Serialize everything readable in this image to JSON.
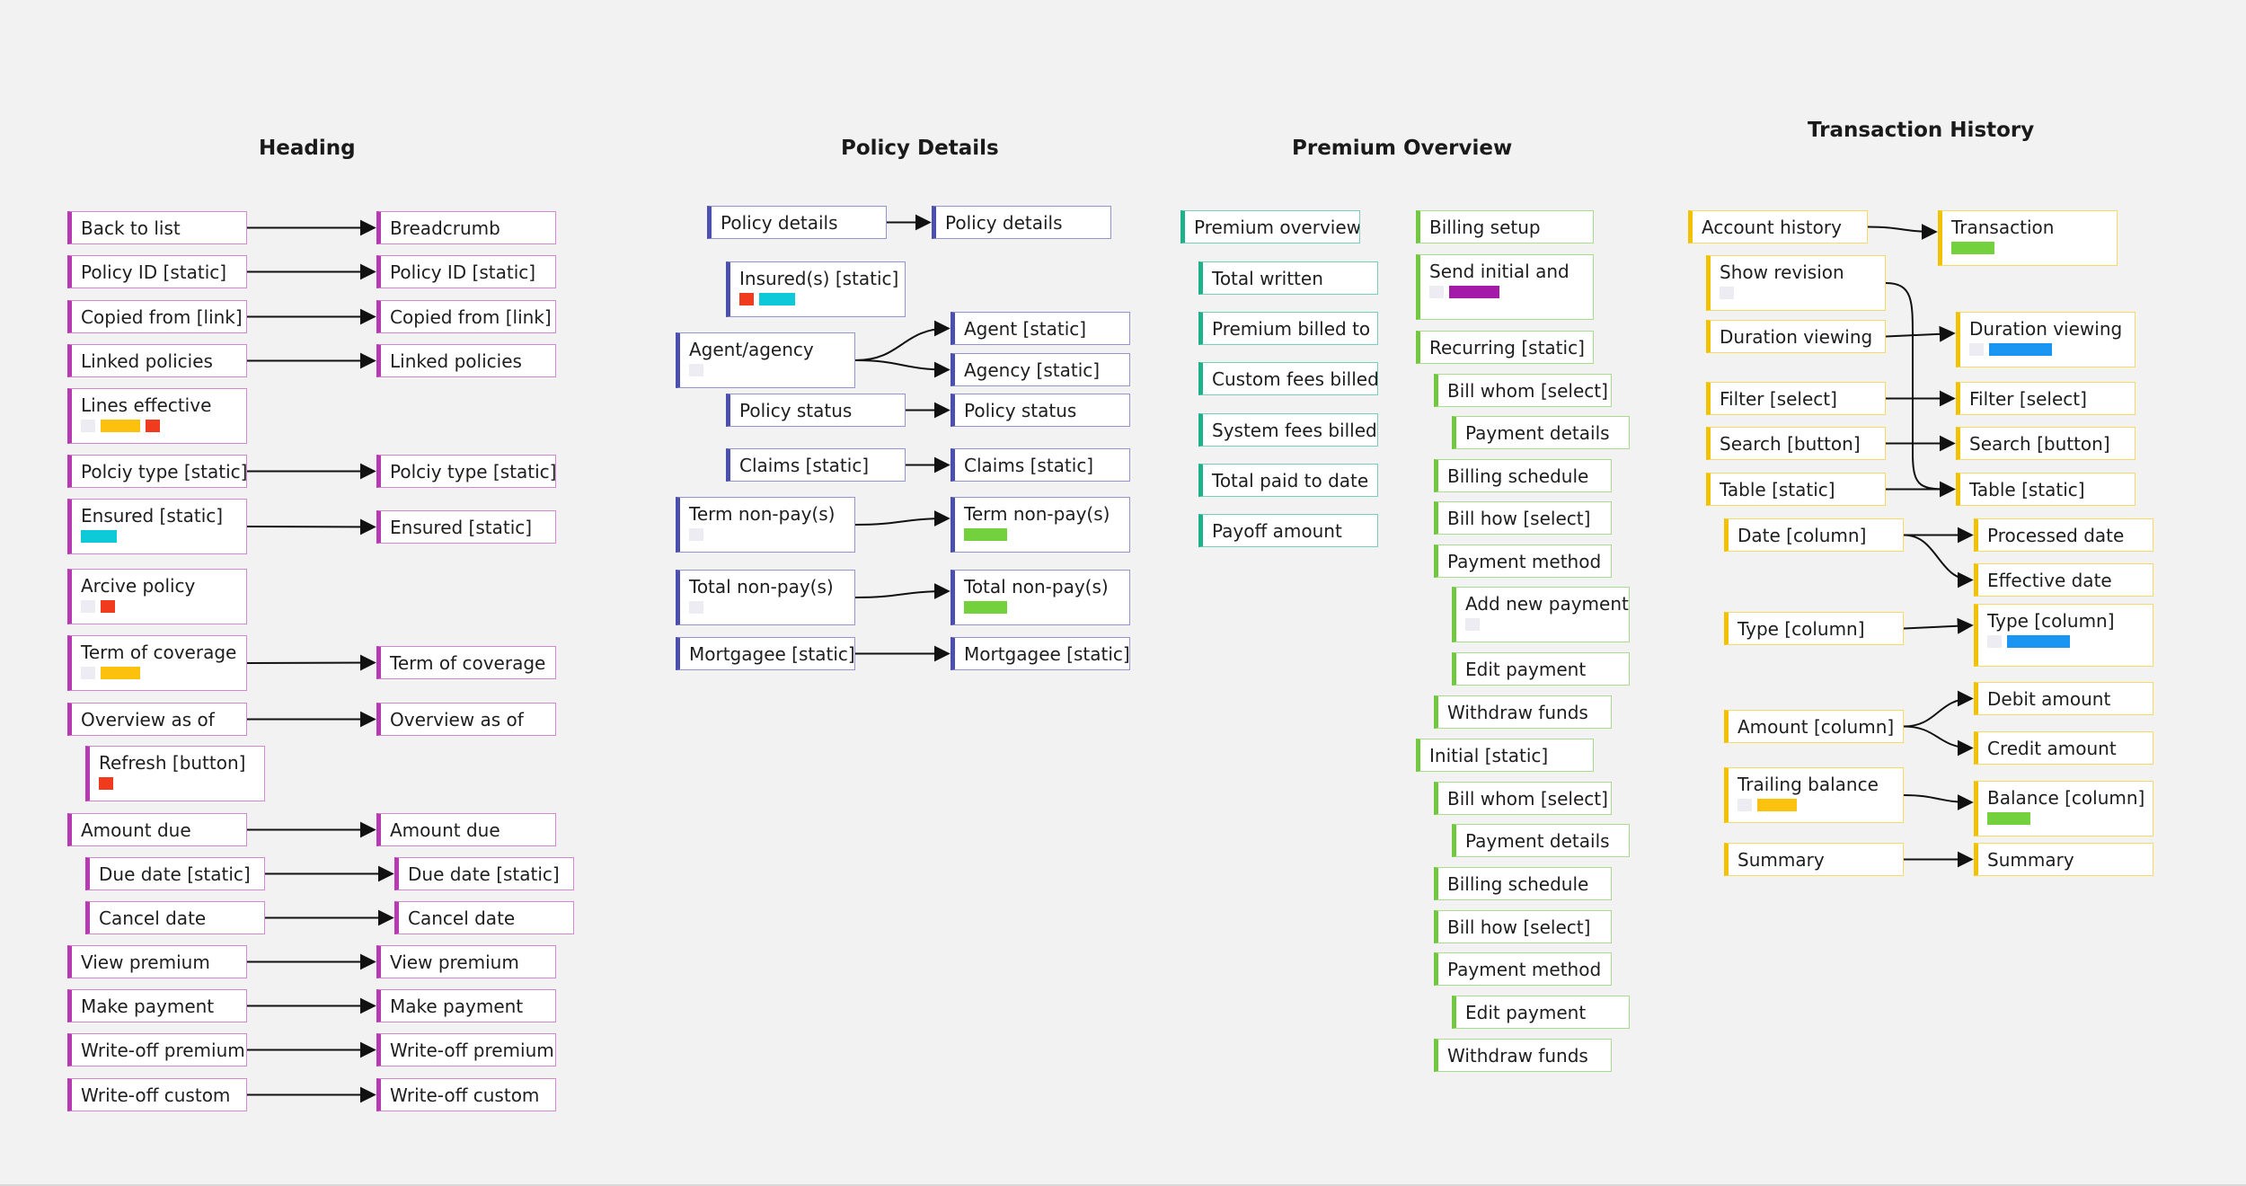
{
  "colors": {
    "heading": "#b83ab3",
    "policy": "#4a4fb0",
    "premium": "#1fb08c",
    "premium_sub": "#71c83f",
    "history": "#f2c200",
    "red": "#f03b1e",
    "yellow": "#fbc10d",
    "cyan": "#0ec9d8",
    "green": "#73d13d",
    "purple": "#a31aa8",
    "blue": "#1a96f2",
    "blank": "#ececf2"
  },
  "sections": [
    {
      "id": "heading",
      "title": "Heading"
    },
    {
      "id": "policy",
      "title": "Policy Details"
    },
    {
      "id": "premium",
      "title": "Premium Overview"
    },
    {
      "id": "history",
      "title": "Transaction History"
    }
  ],
  "nodes": [
    {
      "id": "h1",
      "label": "Back to list",
      "group": "heading"
    },
    {
      "id": "h1r",
      "label": "Breadcrumb",
      "group": "heading"
    },
    {
      "id": "h2",
      "label": "Policy ID [static]",
      "group": "heading"
    },
    {
      "id": "h2r",
      "label": "Policy ID [static]",
      "group": "heading"
    },
    {
      "id": "h3",
      "label": "Copied from [link]",
      "group": "heading"
    },
    {
      "id": "h3r",
      "label": "Copied from [link]",
      "group": "heading"
    },
    {
      "id": "h4",
      "label": "Linked policies",
      "group": "heading"
    },
    {
      "id": "h4r",
      "label": "Linked policies",
      "group": "heading"
    },
    {
      "id": "h5",
      "label": "Lines effective",
      "group": "heading",
      "swatches": [
        "blank",
        "yellow",
        "red"
      ]
    },
    {
      "id": "h6",
      "label": "Polciy type [static]",
      "group": "heading"
    },
    {
      "id": "h6r",
      "label": "Polciy type [static]",
      "group": "heading"
    },
    {
      "id": "h7",
      "label": "Ensured [static]",
      "group": "heading",
      "swatches": [
        "cyan"
      ]
    },
    {
      "id": "h7r",
      "label": "Ensured [static]",
      "group": "heading"
    },
    {
      "id": "h8",
      "label": "Arcive policy",
      "group": "heading",
      "swatches": [
        "blank",
        "red"
      ]
    },
    {
      "id": "h9",
      "label": "Term of coverage",
      "group": "heading",
      "swatches": [
        "blank",
        "yellow"
      ]
    },
    {
      "id": "h9r",
      "label": "Term of coverage",
      "group": "heading"
    },
    {
      "id": "h10",
      "label": "Overview as of",
      "group": "heading"
    },
    {
      "id": "h10r",
      "label": "Overview as of",
      "group": "heading"
    },
    {
      "id": "h11",
      "label": "Refresh [button]",
      "group": "heading",
      "swatches": [
        "red"
      ]
    },
    {
      "id": "h12",
      "label": "Amount due",
      "group": "heading"
    },
    {
      "id": "h12r",
      "label": "Amount due",
      "group": "heading"
    },
    {
      "id": "h13",
      "label": "Due date [static]",
      "group": "heading"
    },
    {
      "id": "h13r",
      "label": "Due date [static]",
      "group": "heading"
    },
    {
      "id": "h14",
      "label": "Cancel date",
      "group": "heading"
    },
    {
      "id": "h14r",
      "label": "Cancel date",
      "group": "heading"
    },
    {
      "id": "h15",
      "label": "View premium",
      "group": "heading"
    },
    {
      "id": "h15r",
      "label": "View premium",
      "group": "heading"
    },
    {
      "id": "h16",
      "label": "Make payment",
      "group": "heading"
    },
    {
      "id": "h16r",
      "label": "Make payment",
      "group": "heading"
    },
    {
      "id": "h17",
      "label": "Write-off premium",
      "group": "heading"
    },
    {
      "id": "h17r",
      "label": "Write-off premium",
      "group": "heading"
    },
    {
      "id": "h18",
      "label": "Write-off custom",
      "group": "heading"
    },
    {
      "id": "h18r",
      "label": "Write-off custom",
      "group": "heading"
    },
    {
      "id": "p1",
      "label": "Policy details",
      "group": "policy"
    },
    {
      "id": "p1r",
      "label": "Policy details",
      "group": "policy"
    },
    {
      "id": "p2",
      "label": "Insured(s) [static]",
      "group": "policy",
      "swatches": [
        "red",
        "cyan"
      ]
    },
    {
      "id": "p3",
      "label": "Agent/agency",
      "group": "policy",
      "swatches": [
        "blank"
      ]
    },
    {
      "id": "p3a",
      "label": "Agent [static]",
      "group": "policy"
    },
    {
      "id": "p3b",
      "label": "Agency [static]",
      "group": "policy"
    },
    {
      "id": "p4",
      "label": "Policy status",
      "group": "policy"
    },
    {
      "id": "p4r",
      "label": "Policy status",
      "group": "policy"
    },
    {
      "id": "p5",
      "label": "Claims [static]",
      "group": "policy"
    },
    {
      "id": "p5r",
      "label": "Claims [static]",
      "group": "policy"
    },
    {
      "id": "p6",
      "label": "Term non-pay(s)",
      "group": "policy",
      "swatches": [
        "blank"
      ]
    },
    {
      "id": "p6r",
      "label": "Term non-pay(s)",
      "group": "policy",
      "swatches": [
        "green"
      ]
    },
    {
      "id": "p7",
      "label": "Total non-pay(s)",
      "group": "policy",
      "swatches": [
        "blank"
      ]
    },
    {
      "id": "p7r",
      "label": "Total non-pay(s)",
      "group": "policy",
      "swatches": [
        "green"
      ]
    },
    {
      "id": "p8",
      "label": "Mortgagee [static]",
      "group": "policy"
    },
    {
      "id": "p8r",
      "label": "Mortgagee [static]",
      "group": "policy"
    },
    {
      "id": "m1",
      "label": "Premium overview",
      "group": "premium"
    },
    {
      "id": "m2",
      "label": "Total written",
      "group": "premium"
    },
    {
      "id": "m3",
      "label": "Premium billed to",
      "group": "premium"
    },
    {
      "id": "m4",
      "label": "Custom fees billed",
      "group": "premium"
    },
    {
      "id": "m5",
      "label": "System fees billed",
      "group": "premium"
    },
    {
      "id": "m6",
      "label": "Total paid to date",
      "group": "premium"
    },
    {
      "id": "m7",
      "label": "Payoff amount",
      "group": "premium"
    },
    {
      "id": "b1",
      "label": "Billing setup",
      "group": "premium_sub"
    },
    {
      "id": "b2",
      "label": "Send initial and",
      "group": "premium_sub",
      "swatches": [
        "blank",
        "purple"
      ]
    },
    {
      "id": "b3",
      "label": "Recurring [static]",
      "group": "premium_sub"
    },
    {
      "id": "b4",
      "label": "Bill whom [select]",
      "group": "premium_sub"
    },
    {
      "id": "b5",
      "label": "Payment details",
      "group": "premium_sub"
    },
    {
      "id": "b6",
      "label": "Billing schedule",
      "group": "premium_sub"
    },
    {
      "id": "b7",
      "label": "Bill how [select]",
      "group": "premium_sub"
    },
    {
      "id": "b8",
      "label": "Payment method",
      "group": "premium_sub"
    },
    {
      "id": "b9",
      "label": "Add new payment",
      "group": "premium_sub",
      "swatches": [
        "blank"
      ]
    },
    {
      "id": "b10",
      "label": "Edit payment",
      "group": "premium_sub"
    },
    {
      "id": "b11",
      "label": "Withdraw funds",
      "group": "premium_sub"
    },
    {
      "id": "b12",
      "label": "Initial [static]",
      "group": "premium_sub"
    },
    {
      "id": "b13",
      "label": "Bill whom [select]",
      "group": "premium_sub"
    },
    {
      "id": "b14",
      "label": "Payment details",
      "group": "premium_sub"
    },
    {
      "id": "b15",
      "label": "Billing schedule",
      "group": "premium_sub"
    },
    {
      "id": "b16",
      "label": "Bill how [select]",
      "group": "premium_sub"
    },
    {
      "id": "b17",
      "label": "Payment method",
      "group": "premium_sub"
    },
    {
      "id": "b18",
      "label": "Edit payment",
      "group": "premium_sub"
    },
    {
      "id": "b19",
      "label": "Withdraw funds",
      "group": "premium_sub"
    },
    {
      "id": "t1",
      "label": "Account history",
      "group": "history"
    },
    {
      "id": "t1r",
      "label": "Transaction",
      "group": "history",
      "swatches": [
        "green"
      ]
    },
    {
      "id": "t2",
      "label": "Show revision",
      "group": "history",
      "swatches": [
        "blank"
      ]
    },
    {
      "id": "t3",
      "label": "Duration viewing",
      "group": "history"
    },
    {
      "id": "t3r",
      "label": "Duration viewing",
      "group": "history",
      "swatches": [
        "blank",
        "blue"
      ]
    },
    {
      "id": "t4",
      "label": "Filter [select]",
      "group": "history"
    },
    {
      "id": "t4r",
      "label": "Filter [select]",
      "group": "history"
    },
    {
      "id": "t5",
      "label": "Search [button]",
      "group": "history"
    },
    {
      "id": "t5r",
      "label": "Search [button]",
      "group": "history"
    },
    {
      "id": "t6",
      "label": "Table [static]",
      "group": "history"
    },
    {
      "id": "t6r",
      "label": "Table [static]",
      "group": "history"
    },
    {
      "id": "t7",
      "label": "Date [column]",
      "group": "history"
    },
    {
      "id": "t7a",
      "label": "Processed date",
      "group": "history"
    },
    {
      "id": "t7b",
      "label": "Effective date",
      "group": "history"
    },
    {
      "id": "t8",
      "label": "Type [column]",
      "group": "history"
    },
    {
      "id": "t8r",
      "label": "Type [column]",
      "group": "history",
      "swatches": [
        "blank",
        "blue"
      ]
    },
    {
      "id": "t9",
      "label": "Amount [column]",
      "group": "history"
    },
    {
      "id": "t9a",
      "label": "Debit amount",
      "group": "history"
    },
    {
      "id": "t9b",
      "label": "Credit amount",
      "group": "history"
    },
    {
      "id": "t10",
      "label": "Trailing balance",
      "group": "history",
      "swatches": [
        "blank",
        "yellow"
      ]
    },
    {
      "id": "t10r",
      "label": "Balance [column]",
      "group": "history",
      "swatches": [
        "green"
      ]
    },
    {
      "id": "t11",
      "label": "Summary",
      "group": "history"
    },
    {
      "id": "t11r",
      "label": "Summary",
      "group": "history"
    }
  ],
  "edges": [
    [
      "h1",
      "h1r"
    ],
    [
      "h2",
      "h2r"
    ],
    [
      "h3",
      "h3r"
    ],
    [
      "h4",
      "h4r"
    ],
    [
      "h6",
      "h6r"
    ],
    [
      "h7",
      "h7r"
    ],
    [
      "h9",
      "h9r"
    ],
    [
      "h10",
      "h10r"
    ],
    [
      "h12",
      "h12r"
    ],
    [
      "h13",
      "h13r"
    ],
    [
      "h14",
      "h14r"
    ],
    [
      "h15",
      "h15r"
    ],
    [
      "h16",
      "h16r"
    ],
    [
      "h17",
      "h17r"
    ],
    [
      "h18",
      "h18r"
    ],
    [
      "p1",
      "p1r"
    ],
    [
      "p3",
      "p3a"
    ],
    [
      "p3",
      "p3b"
    ],
    [
      "p4",
      "p4r"
    ],
    [
      "p5",
      "p5r"
    ],
    [
      "p6",
      "p6r"
    ],
    [
      "p7",
      "p7r"
    ],
    [
      "p8",
      "p8r"
    ],
    [
      "t1",
      "t1r"
    ],
    [
      "t2",
      "t6r"
    ],
    [
      "t3",
      "t3r"
    ],
    [
      "t4",
      "t4r"
    ],
    [
      "t5",
      "t5r"
    ],
    [
      "t6",
      "t6r"
    ],
    [
      "t7",
      "t7a"
    ],
    [
      "t7",
      "t7b"
    ],
    [
      "t8",
      "t8r"
    ],
    [
      "t9",
      "t9a"
    ],
    [
      "t9",
      "t9b"
    ],
    [
      "t10",
      "t10r"
    ],
    [
      "t11",
      "t11r"
    ]
  ]
}
